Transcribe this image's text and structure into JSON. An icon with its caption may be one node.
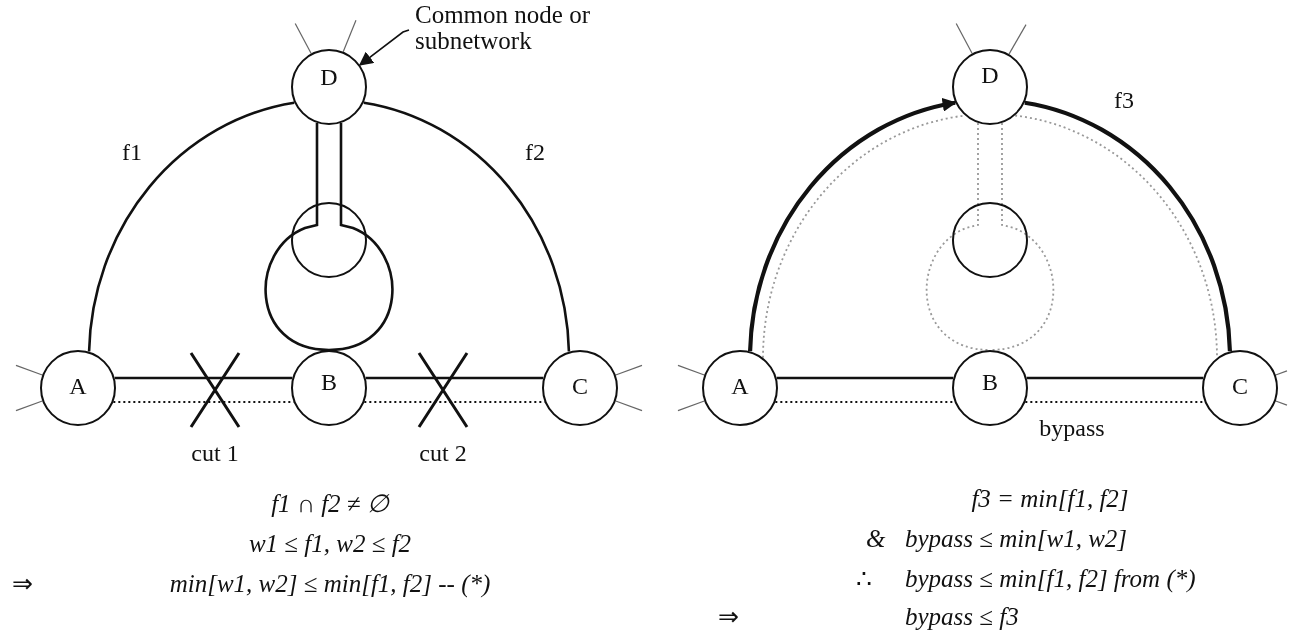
{
  "diagram": {
    "nodes": [
      {
        "text": [
          "A"
        ]
      },
      {
        "text": [
          "B"
        ]
      },
      {
        "text": [
          "C"
        ]
      },
      {
        "text": [
          "D"
        ]
      },
      {
        "text": [],
        "shape": "circle"
      },
      {
        "text": [
          "Common node or subnetwork"
        ]
      },
      {
        "text": [
          "A"
        ]
      },
      {
        "text": [
          "B"
        ]
      },
      {
        "text": [
          "C"
        ]
      },
      {
        "text": [
          "D"
        ]
      },
      {
        "text": [],
        "shape": "circle"
      }
    ],
    "edges": [
      {
        "from": 0,
        "to": 1,
        "arrow": "none"
      },
      {
        "from": 1,
        "to": 2,
        "arrow": "none"
      },
      {
        "from": 0,
        "to": 1,
        "arrow": "none",
        "style": "dashed"
      },
      {
        "from": 1,
        "to": 2,
        "arrow": "none",
        "style": "dashed"
      },
      {
        "from": 0,
        "to": 3,
        "arrow": "none",
        "label": "f1"
      },
      {
        "from": 3,
        "to": 2,
        "arrow": "none",
        "label": "f2"
      },
      {
        "from": 3,
        "to": 4,
        "arrow": "none"
      },
      {
        "from": 4,
        "to": 1,
        "arrow": "none"
      },
      {
        "from": 5,
        "to": 3,
        "arrow": "to"
      },
      {
        "from": 3,
        "to": null,
        "arrow": "none",
        "color": "#666666"
      },
      {
        "from": 3,
        "to": null,
        "arrow": "none",
        "color": "#666666"
      },
      {
        "from": 0,
        "to": null,
        "arrow": "none",
        "color": "#666666"
      },
      {
        "from": 0,
        "to": null,
        "arrow": "none",
        "color": "#666666"
      },
      {
        "from": 2,
        "to": null,
        "arrow": "none",
        "color": "#666666"
      },
      {
        "from": 2,
        "to": null,
        "arrow": "none",
        "color": "#666666"
      },
      {
        "from": 6,
        "to": 7,
        "arrow": "none"
      },
      {
        "from": 7,
        "to": 8,
        "arrow": "none"
      },
      {
        "from": 6,
        "to": 7,
        "arrow": "none",
        "style": "dashed"
      },
      {
        "from": 7,
        "to": 8,
        "arrow": "none",
        "style": "dashed",
        "label": "bypass"
      },
      {
        "from": 6,
        "to": 9,
        "arrow": "to",
        "style": "thick"
      },
      {
        "from": 9,
        "to": 8,
        "arrow": "none",
        "style": "thick",
        "label": "f3"
      },
      {
        "from": 6,
        "to": 9,
        "arrow": "none",
        "style": "dashed",
        "color": "#999999"
      },
      {
        "from": 9,
        "to": 8,
        "arrow": "none",
        "style": "dashed",
        "color": "#999999"
      },
      {
        "from": 9,
        "to": 10,
        "arrow": "none",
        "style": "dashed",
        "color": "#999999"
      },
      {
        "from": 10,
        "to": 7,
        "arrow": "none",
        "style": "dashed",
        "color": "#999999"
      },
      {
        "from": 9,
        "to": null,
        "arrow": "none",
        "color": "#666666"
      },
      {
        "from": 9,
        "to": null,
        "arrow": "none",
        "color": "#666666"
      },
      {
        "from": 6,
        "to": null,
        "arrow": "none",
        "color": "#666666"
      },
      {
        "from": 6,
        "to": null,
        "arrow": "none",
        "color": "#666666"
      },
      {
        "from": 8,
        "to": null,
        "arrow": "none",
        "color": "#666666"
      },
      {
        "from": 8,
        "to": null,
        "arrow": "none",
        "color": "#666666"
      }
    ],
    "labels": [
      "cut 1",
      "cut 2",
      "f1 ∩ f2 ≠ ∅",
      "w1 ≤ f1, w2 ≤ f2",
      "⇒",
      "min[w1, w2] ≤ min[f1, f2]  -- (*)",
      "f3 = min[f1, f2]",
      "&",
      "bypass ≤ min[w1, w2]",
      "∴",
      "bypass ≤ min[f1, f2] from (*)",
      "⇒",
      "bypass ≤ f3"
    ]
  }
}
